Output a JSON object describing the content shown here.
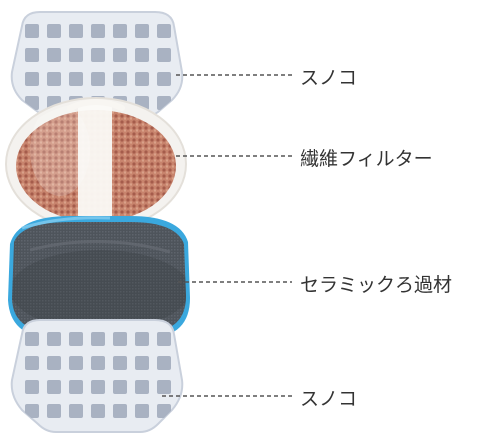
{
  "diagram": {
    "layers": [
      {
        "id": "sunoko-top",
        "label": "スノコ",
        "material": "grid-plate"
      },
      {
        "id": "fiber-filter",
        "label": "繊維フィルター",
        "material": "fiber-bag"
      },
      {
        "id": "ceramic-media",
        "label": "セラミックろ過材",
        "material": "mesh-bag"
      },
      {
        "id": "sunoko-bottom",
        "label": "スノコ",
        "material": "grid-plate"
      }
    ]
  },
  "colors": {
    "plate_fill": "#e8ecf2",
    "plate_edge": "#c9d0dc",
    "plate_hole": "#a9b2c2",
    "fiber_bag": "#f4f2ef",
    "fiber_content": "#b86a54",
    "fiber_band": "#fbfaf7",
    "mesh_rim": "#3aa8de",
    "mesh_body": "#545a62",
    "leader_line": "#555555",
    "label_text": "#333333"
  }
}
